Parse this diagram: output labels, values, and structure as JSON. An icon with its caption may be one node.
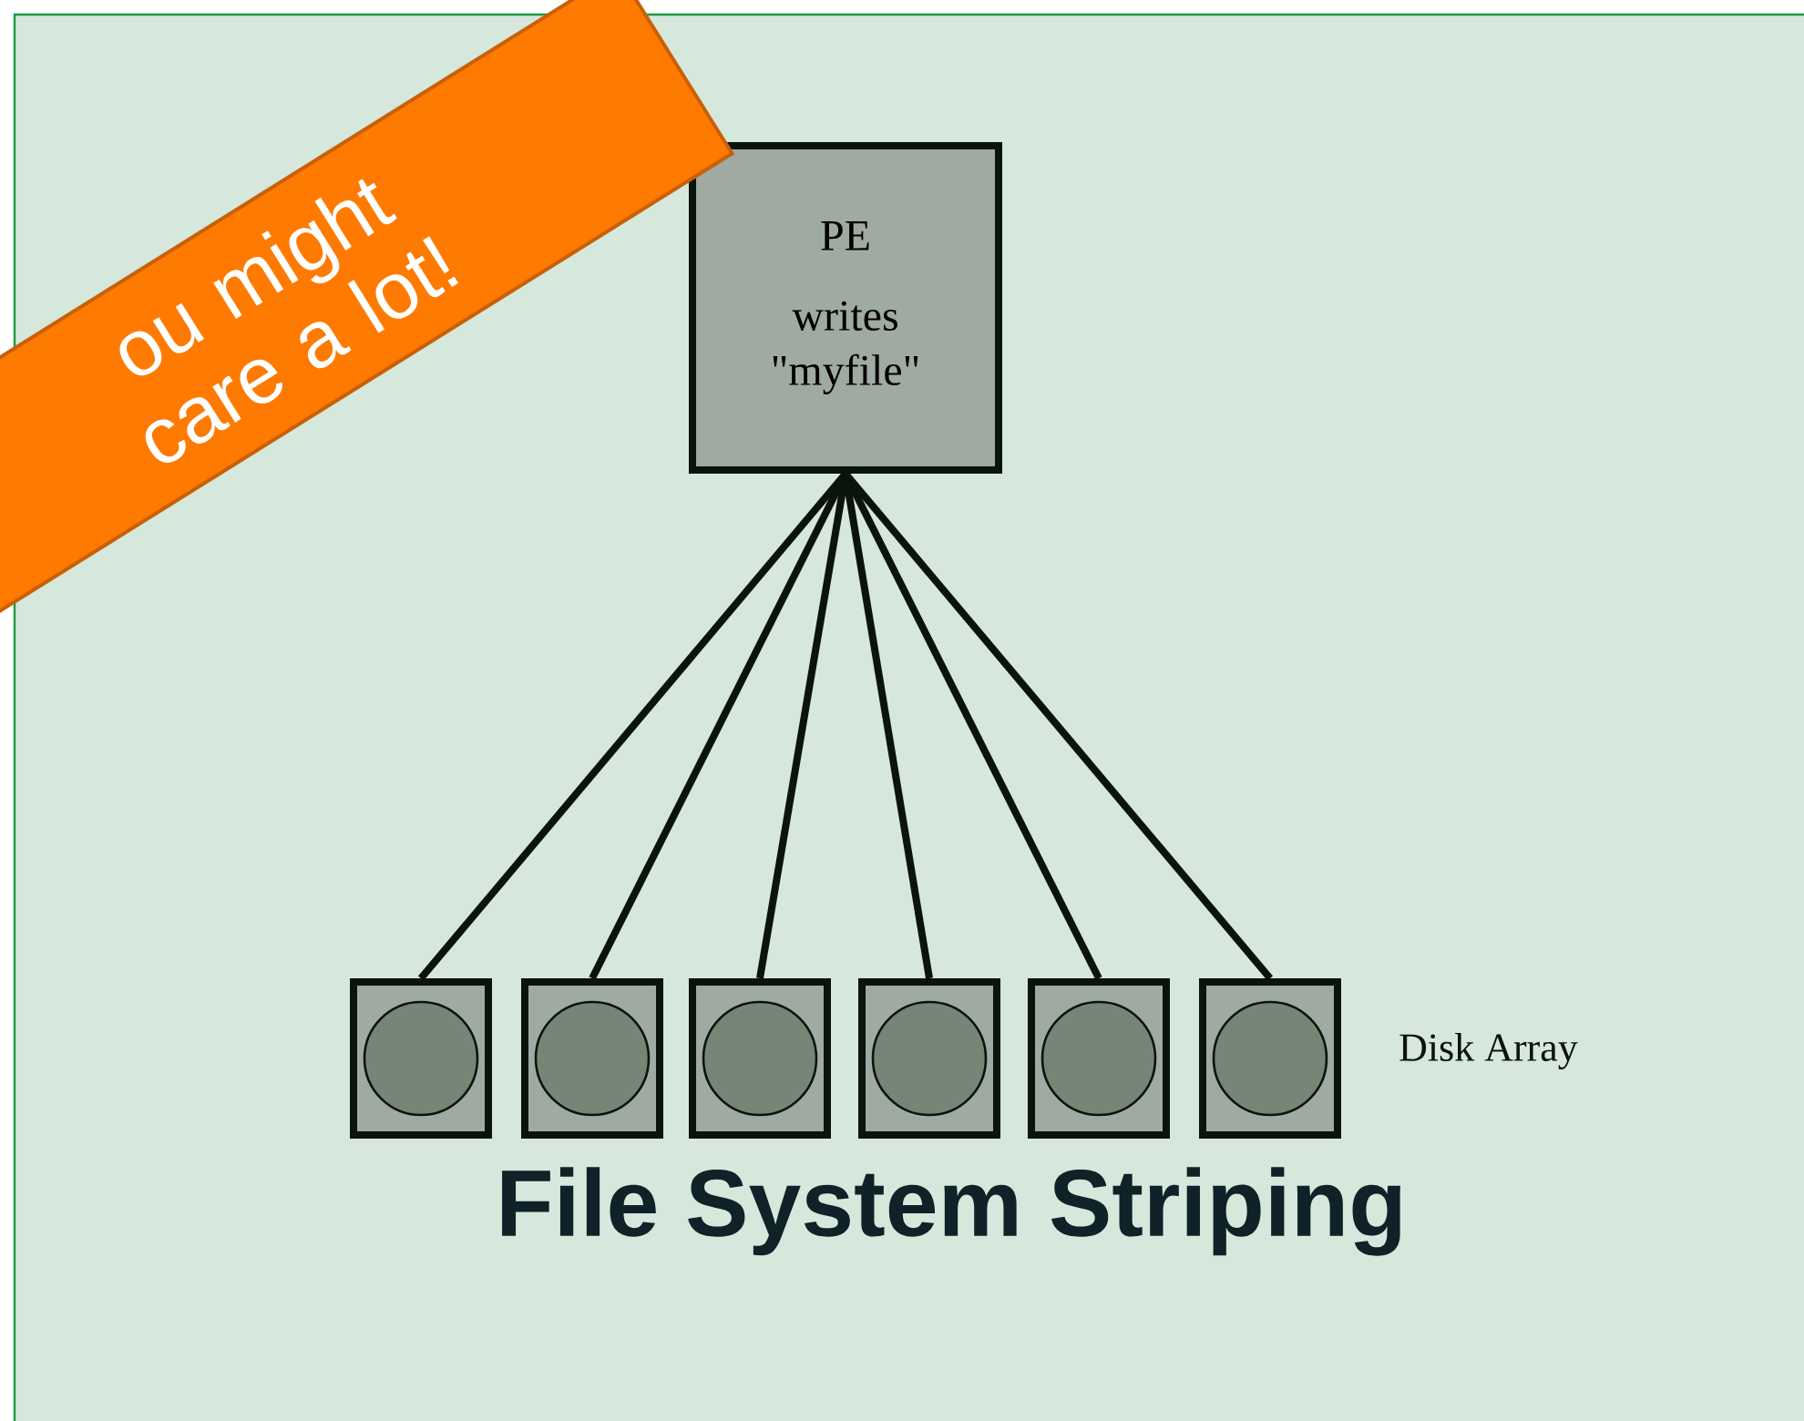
{
  "diagram": {
    "title": "File System Striping",
    "nodes": [
      {
        "text": [
          "PE",
          "writes \"myfile\""
        ]
      },
      {
        "text": [],
        "shape": "box"
      },
      {
        "text": [],
        "shape": "box"
      },
      {
        "text": [],
        "shape": "box"
      },
      {
        "text": [],
        "shape": "box"
      },
      {
        "text": [],
        "shape": "box"
      },
      {
        "text": [],
        "shape": "box"
      }
    ],
    "edges": [
      {
        "from": 0,
        "to": 1,
        "arrow": "none"
      },
      {
        "from": 0,
        "to": 2,
        "arrow": "none"
      },
      {
        "from": 0,
        "to": 3,
        "arrow": "none"
      },
      {
        "from": 0,
        "to": 4,
        "arrow": "none"
      },
      {
        "from": 0,
        "to": 5,
        "arrow": "none"
      },
      {
        "from": 0,
        "to": 6,
        "arrow": "none"
      }
    ],
    "labels": [
      "ou might care a lot!",
      "Disk Array"
    ]
  }
}
